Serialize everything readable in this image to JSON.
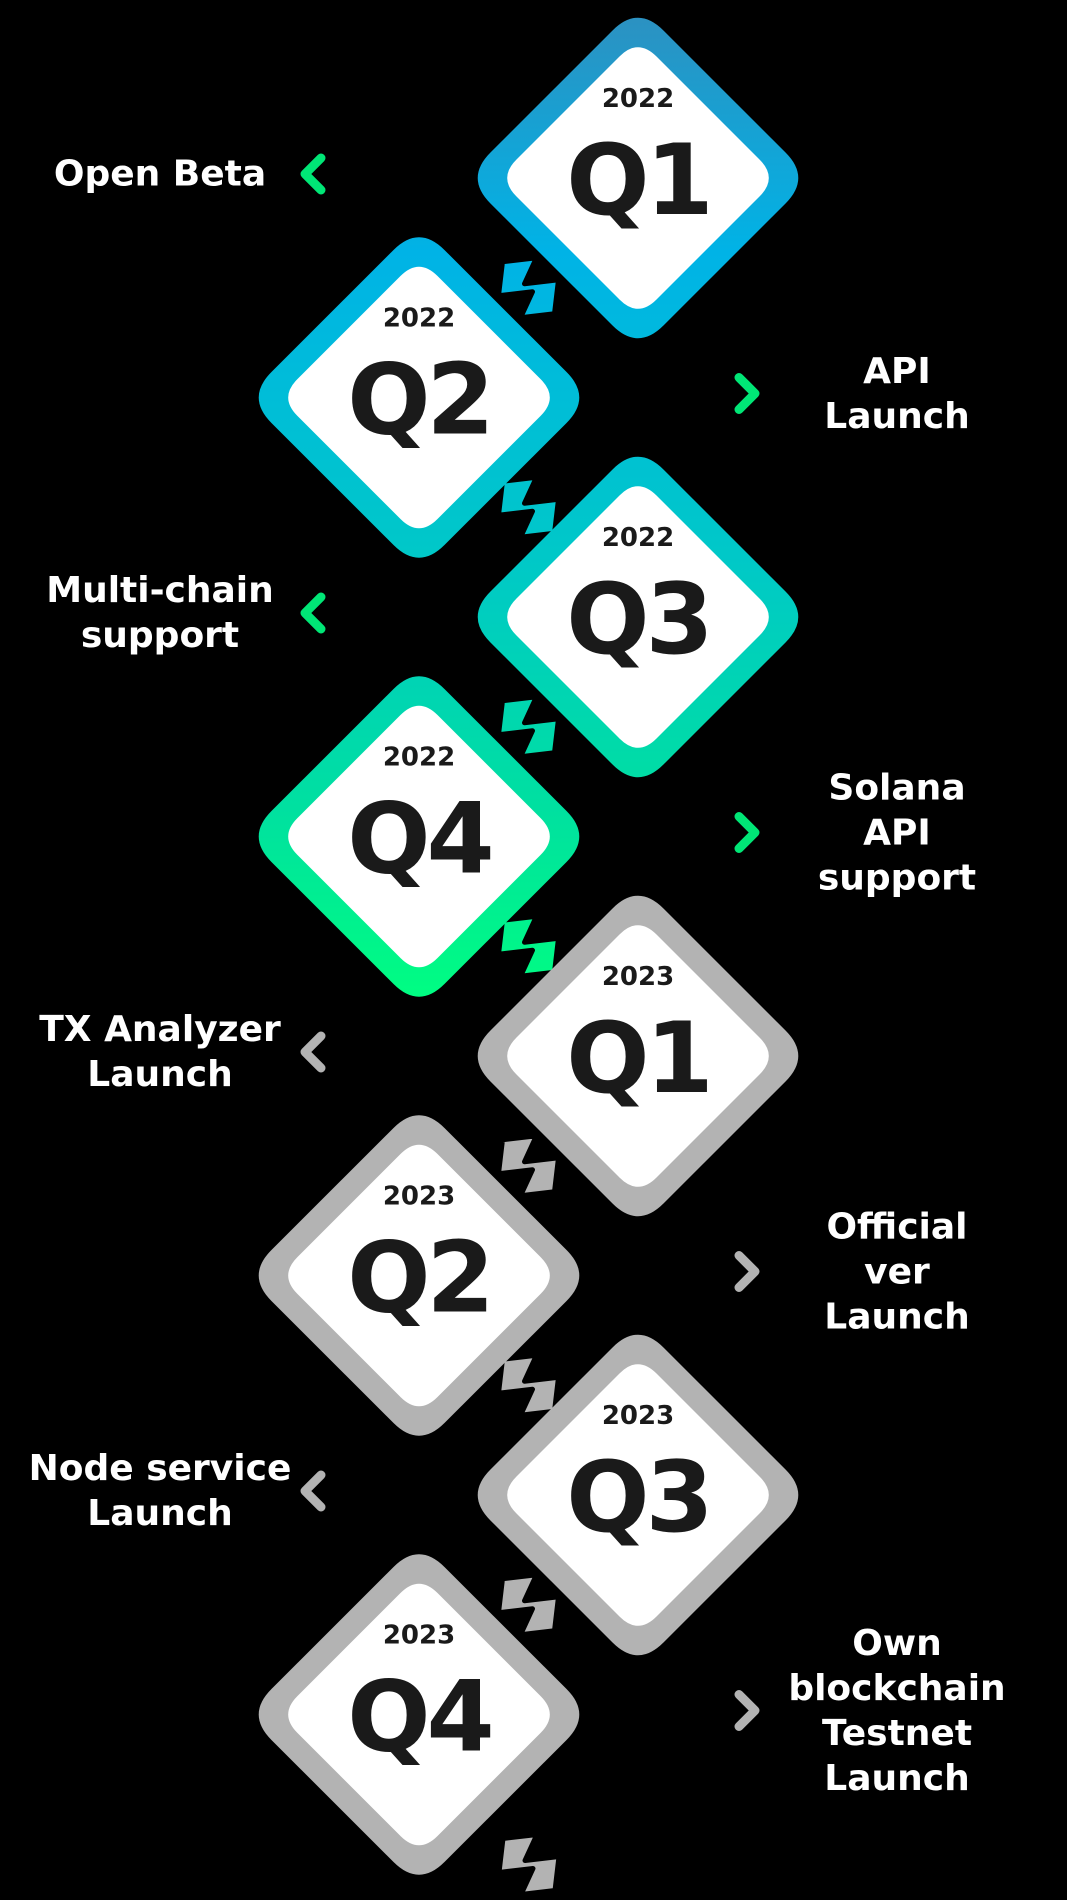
{
  "colors": {
    "background": "#000000",
    "done_gradient": [
      "#2f8fbf",
      "#00b3e6",
      "#00c8c8",
      "#00e08a",
      "#00ff80"
    ],
    "pending": "#b3b3b3",
    "card": "#ffffff",
    "card_text": "#1a1a1a",
    "label_text": "#ffffff",
    "done_arrow": "#00e676",
    "pending_arrow": "#b3b3b3"
  },
  "milestones": [
    {
      "year": "2022",
      "quarter": "Q1",
      "label": "Open Beta",
      "status": "done",
      "arrow_icon": "chevron-left-icon"
    },
    {
      "year": "2022",
      "quarter": "Q2",
      "label": "API Launch",
      "status": "done",
      "arrow_icon": "chevron-right-icon"
    },
    {
      "year": "2022",
      "quarter": "Q3",
      "label": "Multi-chain\nsupport",
      "status": "done",
      "arrow_icon": "chevron-left-icon"
    },
    {
      "year": "2022",
      "quarter": "Q4",
      "label": "Solana API\nsupport",
      "status": "done",
      "arrow_icon": "chevron-right-icon"
    },
    {
      "year": "2023",
      "quarter": "Q1",
      "label": "TX Analyzer\nLaunch",
      "status": "pending",
      "arrow_icon": "chevron-left-icon"
    },
    {
      "year": "2023",
      "quarter": "Q2",
      "label": "Official ver\nLaunch",
      "status": "pending",
      "arrow_icon": "chevron-right-icon"
    },
    {
      "year": "2023",
      "quarter": "Q3",
      "label": "Node service\nLaunch",
      "status": "pending",
      "arrow_icon": "chevron-left-icon"
    },
    {
      "year": "2023",
      "quarter": "Q4",
      "label": "Own blockchain\nTestnet Launch",
      "status": "pending",
      "arrow_icon": "chevron-right-icon"
    }
  ]
}
